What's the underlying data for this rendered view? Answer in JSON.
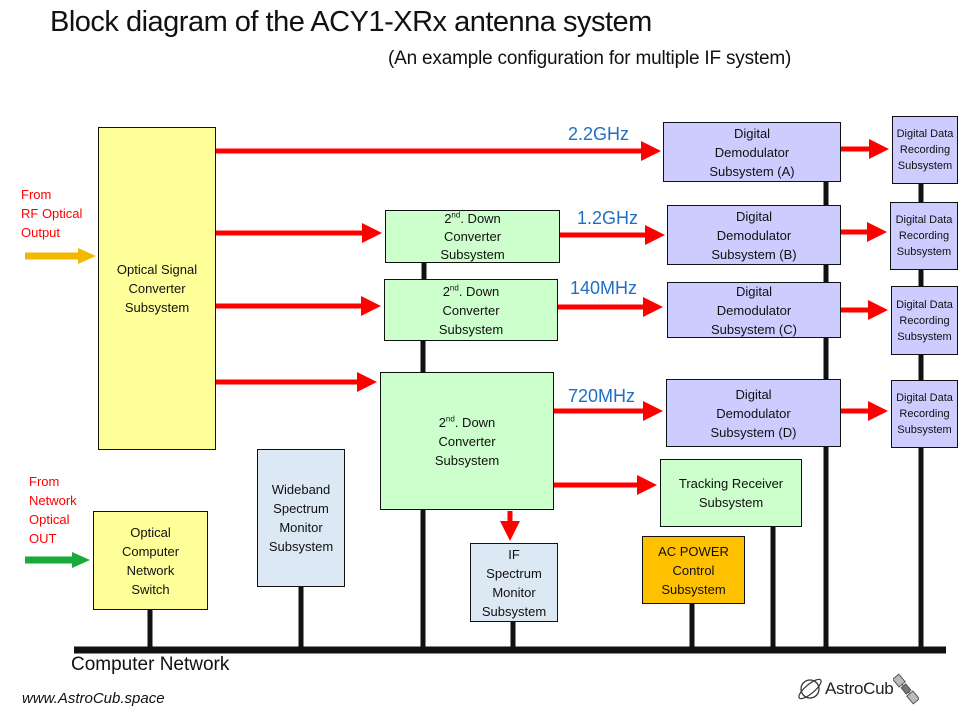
{
  "header": {
    "title": "Block diagram of the  ACY1-XRx antenna system",
    "subtitle": "(An example configuration for multiple IF system)"
  },
  "inputs": {
    "rf": [
      "From",
      "RF Optical",
      "Output"
    ],
    "network": [
      "From",
      "Network",
      "Optical",
      "OUT"
    ]
  },
  "blocks": {
    "optical_signal_converter": [
      "Optical Signal",
      "Converter",
      "Subsystem"
    ],
    "down_converter_1": {
      "line1_main": "2",
      "line1_sup": "nd",
      "line1_rest": ". Down",
      "lines": [
        "Converter",
        "Subsystem"
      ]
    },
    "down_converter_2": {
      "line1_main": "2",
      "line1_sup": "nd",
      "line1_rest": ". Down",
      "lines": [
        "Converter",
        "Subsystem"
      ]
    },
    "down_converter_3": {
      "line1_main": "2",
      "line1_sup": "nd",
      "line1_rest": ". Down",
      "lines": [
        "Converter",
        "Subsystem"
      ]
    },
    "demod_a": [
      "Digital",
      "Demodulator",
      "Subsystem (A)"
    ],
    "demod_b": [
      "Digital",
      "Demodulator",
      "Subsystem (B)"
    ],
    "demod_c": [
      "Digital",
      "Demodulator",
      "Subsystem (C)"
    ],
    "demod_d": [
      "Digital",
      "Demodulator",
      "Subsystem (D)"
    ],
    "recording_1": [
      "Digital Data",
      "Recording",
      "Subsystem"
    ],
    "recording_2": [
      "Digital Data",
      "Recording",
      "Subsystem"
    ],
    "recording_3": [
      "Digital Data",
      "Recording",
      "Subsystem"
    ],
    "recording_4": [
      "Digital Data",
      "Recording",
      "Subsystem"
    ],
    "tracking_receiver": [
      "Tracking Receiver",
      "Subsystem"
    ],
    "optical_network_switch": [
      "Optical",
      "Computer",
      "Network",
      "Switch"
    ],
    "wideband_spectrum_monitor": [
      "Wideband",
      "Spectrum",
      "Monitor",
      "Subsystem"
    ],
    "if_spectrum_monitor": [
      "IF",
      "Spectrum",
      "Monitor",
      "Subsystem"
    ],
    "ac_power_control": [
      "AC POWER",
      "Control",
      "Subsystem"
    ]
  },
  "frequencies": {
    "path_a": "2.2GHz",
    "path_b": "1.2GHz",
    "path_c": "140MHz",
    "path_d": "720MHz"
  },
  "network": {
    "label": "Computer Network"
  },
  "footer": {
    "website": "www.AstroCub.space",
    "logo_text": "AstroCub"
  },
  "colors": {
    "signal_arrow": "#ff0000",
    "rf_input_arrow": "#f5b800",
    "network_input_arrow": "#1aaa3a",
    "frequency_text": "#1f6fc5",
    "bus": "#111111"
  }
}
